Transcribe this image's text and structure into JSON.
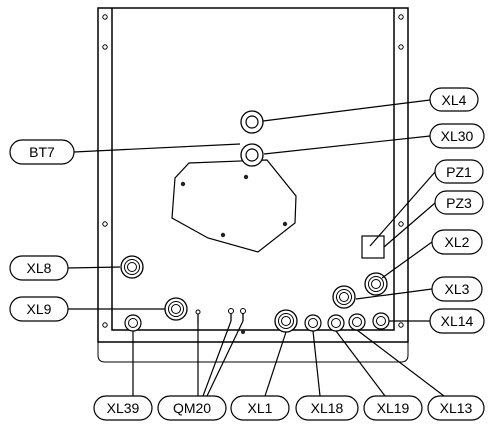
{
  "labels": {
    "xl4": "XL4",
    "bt7": "BT7",
    "xl30": "XL30",
    "pz1": "PZ1",
    "pz3": "PZ3",
    "xl2": "XL2",
    "xl8": "XL8",
    "xl3": "XL3",
    "xl9": "XL9",
    "xl14": "XL14",
    "xl39": "XL39",
    "qm20": "QM20",
    "xl1": "XL1",
    "xl18": "XL18",
    "xl19": "XL19",
    "xl13": "XL13"
  }
}
